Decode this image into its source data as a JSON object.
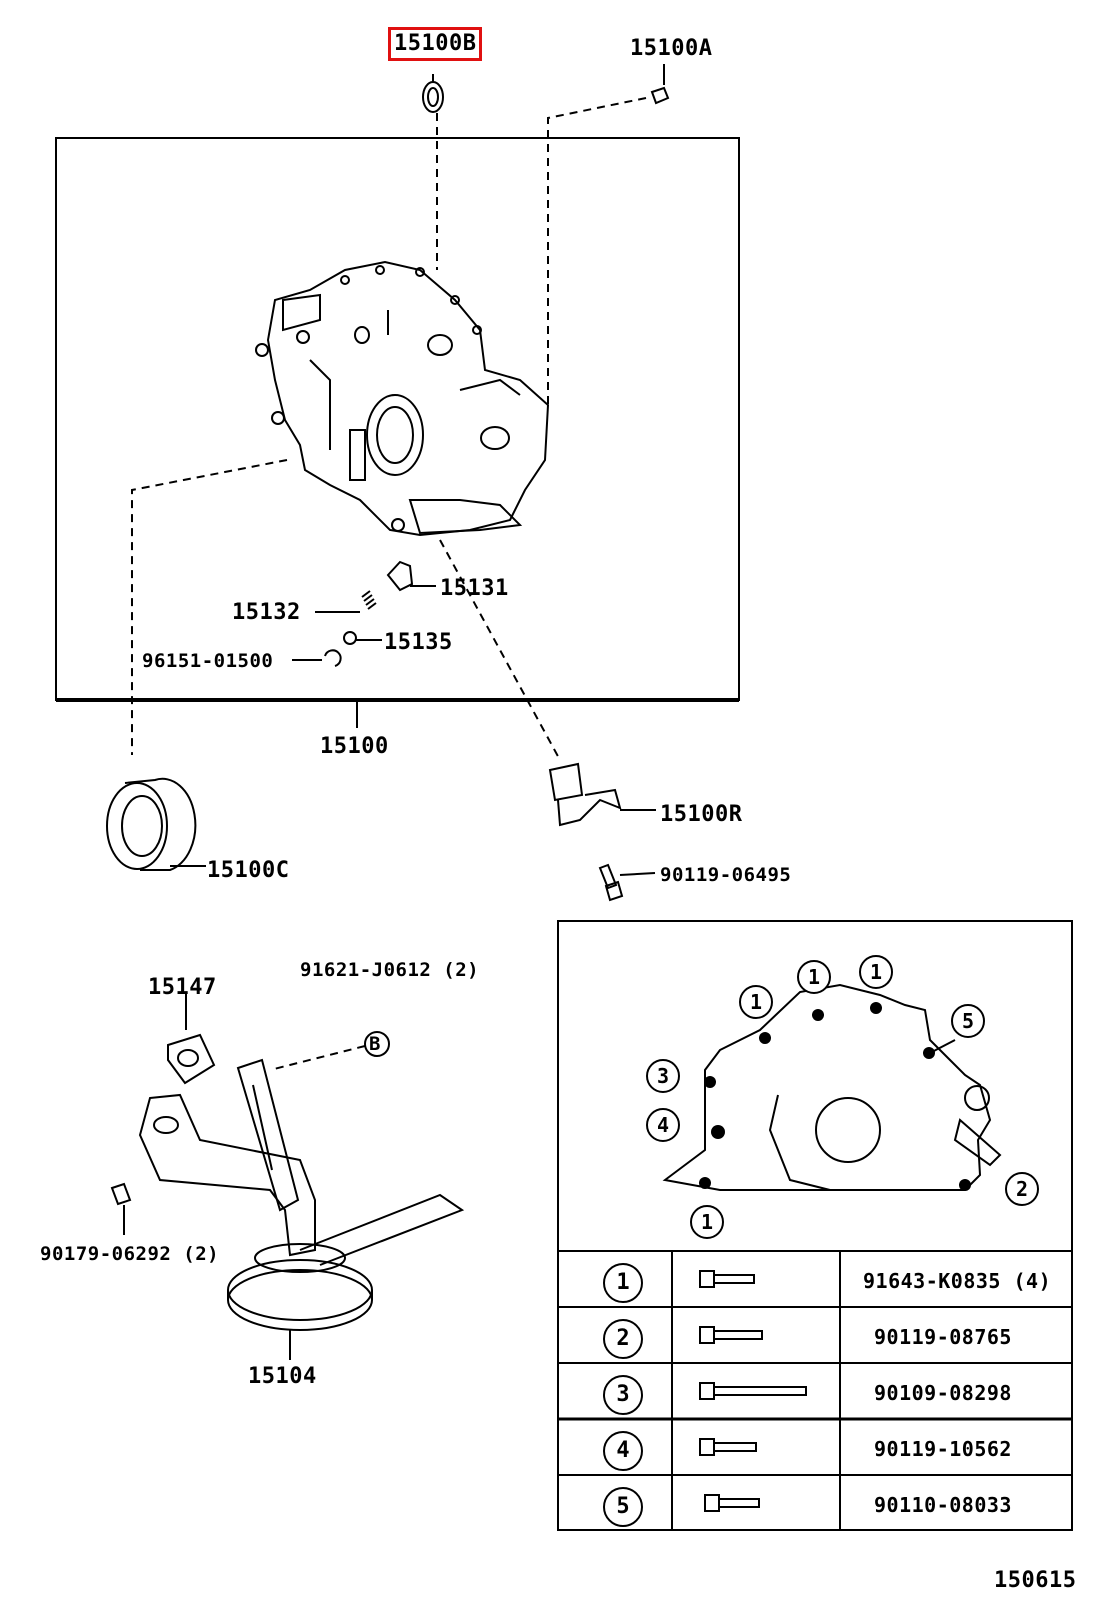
{
  "labels": {
    "p15100B": "15100B",
    "p15100A": "15100A",
    "p15131": "15131",
    "p15132": "15132",
    "p15135": "15135",
    "p96151": "96151-01500",
    "p15100": "15100",
    "p15100R": "15100R",
    "p15100C": "15100C",
    "p90119_06495": "90119-06495",
    "p15147": "15147",
    "p91621": "91621-J0612 (2)",
    "pB": "B",
    "p90179": "90179-06292 (2)",
    "p15104": "15104",
    "diagram_id": "150615"
  },
  "callouts": {
    "c1a": "1",
    "c1b": "1",
    "c1c": "1",
    "c1d": "1",
    "c5": "5",
    "c3": "3",
    "c4": "4",
    "c2": "2"
  },
  "bolt_table": [
    {
      "num": "1",
      "part": "91643-K0835 (4)"
    },
    {
      "num": "2",
      "part": "90119-08765"
    },
    {
      "num": "3",
      "part": "90109-08298"
    },
    {
      "num": "4",
      "part": "90119-10562"
    },
    {
      "num": "5",
      "part": "90110-08033"
    }
  ],
  "colors": {
    "highlight": "#e01010",
    "ink": "#000000"
  }
}
